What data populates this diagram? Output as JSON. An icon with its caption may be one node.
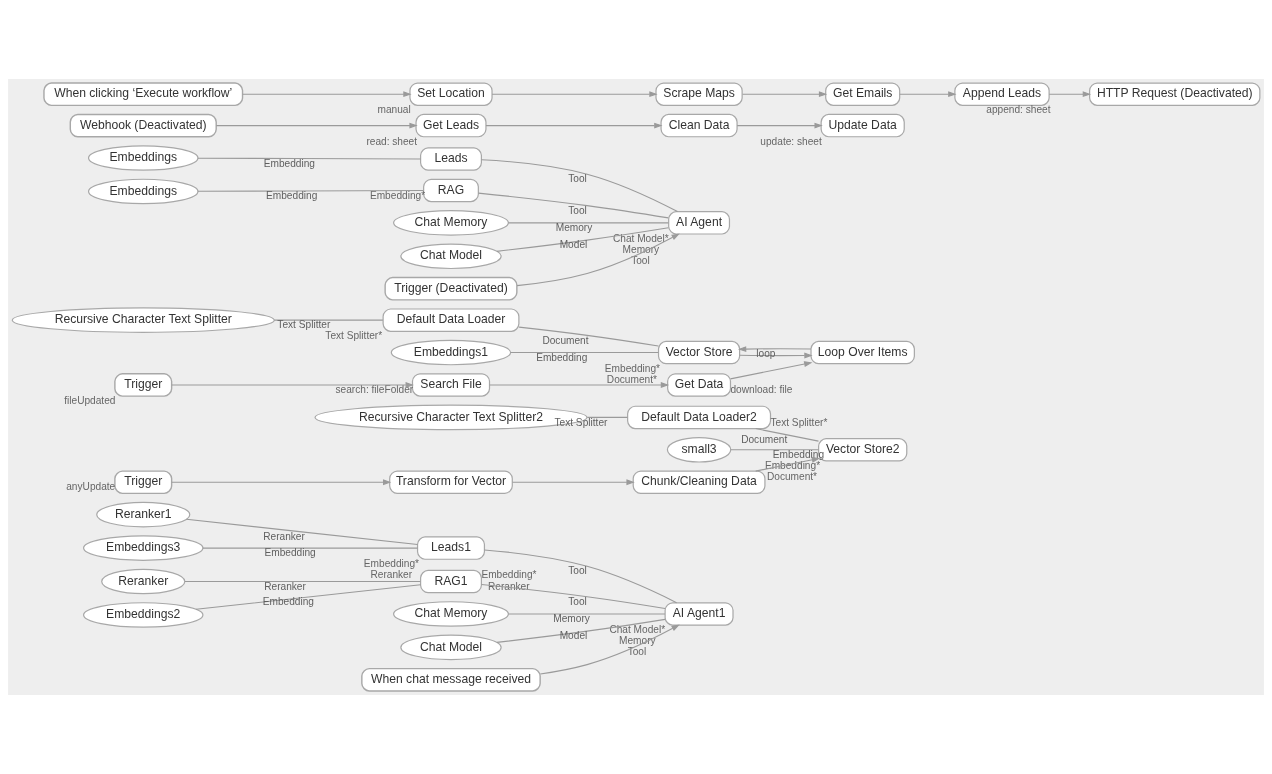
{
  "diagram": {
    "nodes": [
      {
        "text": [
          "When clicking ‘Execute workflow’"
        ]
      },
      {
        "text": [
          "Set Location"
        ],
        "beside": [
          "manual"
        ]
      },
      {
        "text": [
          "Scrape Maps"
        ]
      },
      {
        "text": [
          "Get Emails"
        ]
      },
      {
        "text": [
          "Append Leads"
        ],
        "beside": [
          "append: sheet"
        ]
      },
      {
        "text": [
          "HTTP Request (Deactivated)"
        ]
      },
      {
        "text": [
          "Trigger (Deactivated)"
        ]
      },
      {
        "text": [
          "Webhook (Deactivated)"
        ]
      },
      {
        "text": [
          "Get Leads"
        ],
        "beside": [
          "read: sheet"
        ]
      },
      {
        "text": [
          "Clean Data"
        ]
      },
      {
        "text": [
          "Update Data"
        ],
        "beside": [
          "update: sheet"
        ]
      },
      {
        "text": [
          "AI Agent"
        ],
        "beside": [
          "Chat Model*",
          "Memory",
          "Tool"
        ]
      },
      {
        "text": [
          "Chat Model"
        ]
      },
      {
        "text": [
          "Chat Memory"
        ]
      },
      {
        "text": [
          "RAG"
        ],
        "beside": [
          "Embedding*"
        ]
      },
      {
        "text": [
          "Leads"
        ]
      },
      {
        "text": [
          "Embeddings"
        ]
      },
      {
        "text": [
          "Embeddings"
        ]
      },
      {
        "text": [
          "Trigger"
        ],
        "beside": [
          "fileUpdated"
        ]
      },
      {
        "text": [
          "Search File"
        ],
        "beside": [
          "search: fileFolder"
        ]
      },
      {
        "text": [
          "Get Data"
        ],
        "beside": [
          "download: file"
        ]
      },
      {
        "text": [
          "Loop Over Items"
        ]
      },
      {
        "text": [
          "Vector Store"
        ],
        "beside": [
          "Embedding*",
          "Document*"
        ]
      },
      {
        "text": [
          "Embeddings1"
        ]
      },
      {
        "text": [
          "Default Data Loader"
        ],
        "beside": [
          "Text Splitter*"
        ]
      },
      {
        "text": [
          "Recursive Character Text Splitter"
        ]
      },
      {
        "text": [
          "Trigger"
        ],
        "beside": [
          "anyUpdate"
        ]
      },
      {
        "text": [
          "Transform for Vector"
        ]
      },
      {
        "text": [
          "Chunk/Cleaning Data"
        ]
      },
      {
        "text": [
          "Vector Store2"
        ],
        "beside": [
          "Embedding*",
          "Document*"
        ]
      },
      {
        "text": [
          "small3"
        ]
      },
      {
        "text": [
          "Default Data Loader2"
        ],
        "beside": [
          "Text Splitter*"
        ]
      },
      {
        "text": [
          "Recursive Character Text Splitter2"
        ]
      },
      {
        "text": [
          "When chat message received"
        ]
      },
      {
        "text": [
          "AI Agent1"
        ],
        "beside": [
          "Chat Model*",
          "Memory",
          "Tool"
        ]
      },
      {
        "text": [
          "Chat Model"
        ]
      },
      {
        "text": [
          "Chat Memory"
        ]
      },
      {
        "text": [
          "RAG1"
        ],
        "beside": [
          "Embedding*",
          "Reranker"
        ]
      },
      {
        "text": [
          "Leads1"
        ],
        "beside": [
          "Embedding*",
          "Reranker"
        ]
      },
      {
        "text": [
          "Embeddings2"
        ]
      },
      {
        "text": [
          "Reranker"
        ]
      },
      {
        "text": [
          "Embeddings3"
        ]
      },
      {
        "text": [
          "Reranker1"
        ]
      }
    ],
    "edges": [
      {
        "from": 0,
        "to": 1,
        "arrow": "to"
      },
      {
        "from": 1,
        "to": 2,
        "arrow": "to"
      },
      {
        "from": 2,
        "to": 3,
        "arrow": "to"
      },
      {
        "from": 3,
        "to": 4,
        "arrow": "to"
      },
      {
        "from": 4,
        "to": 5,
        "arrow": "to"
      },
      {
        "from": 7,
        "to": 8,
        "arrow": "to"
      },
      {
        "from": 8,
        "to": 9,
        "arrow": "to"
      },
      {
        "from": 9,
        "to": 10,
        "arrow": "to"
      },
      {
        "from": 6,
        "to": 11,
        "arrow": "to"
      },
      {
        "from": 12,
        "to": 11,
        "arrow": "none",
        "label": "Model"
      },
      {
        "from": 13,
        "to": 11,
        "arrow": "none",
        "label": "Memory"
      },
      {
        "from": 14,
        "to": 11,
        "arrow": "none",
        "label": "Tool"
      },
      {
        "from": 15,
        "to": 11,
        "arrow": "none",
        "label": "Tool"
      },
      {
        "from": 16,
        "to": 14,
        "arrow": "none",
        "label": "Embedding"
      },
      {
        "from": 17,
        "to": 15,
        "arrow": "none",
        "label": "Embedding"
      },
      {
        "from": 18,
        "to": 19,
        "arrow": "to"
      },
      {
        "from": 19,
        "to": 20,
        "arrow": "to"
      },
      {
        "from": 20,
        "to": 21,
        "arrow": "to"
      },
      {
        "from": 21,
        "to": 22,
        "arrow": "to",
        "label": "loop"
      },
      {
        "from": 22,
        "to": 21,
        "arrow": "to"
      },
      {
        "from": 23,
        "to": 22,
        "arrow": "none",
        "label": "Embedding"
      },
      {
        "from": 24,
        "to": 22,
        "arrow": "none",
        "label": "Document"
      },
      {
        "from": 25,
        "to": 24,
        "arrow": "none",
        "label": "Text Splitter"
      },
      {
        "from": 26,
        "to": 27,
        "arrow": "to"
      },
      {
        "from": 27,
        "to": 28,
        "arrow": "to"
      },
      {
        "from": 28,
        "to": 29,
        "arrow": "to"
      },
      {
        "from": 30,
        "to": 29,
        "arrow": "none",
        "label": "Embedding"
      },
      {
        "from": 31,
        "to": 29,
        "arrow": "none",
        "label": "Document"
      },
      {
        "from": 32,
        "to": 31,
        "arrow": "none",
        "label": "Text Splitter"
      },
      {
        "from": 33,
        "to": 34,
        "arrow": "to"
      },
      {
        "from": 35,
        "to": 34,
        "arrow": "none",
        "label": "Model"
      },
      {
        "from": 36,
        "to": 34,
        "arrow": "none",
        "label": "Memory"
      },
      {
        "from": 37,
        "to": 34,
        "arrow": "none",
        "label": "Tool"
      },
      {
        "from": 38,
        "to": 34,
        "arrow": "none",
        "label": "Tool"
      },
      {
        "from": 39,
        "to": 37,
        "arrow": "none",
        "label": "Embedding"
      },
      {
        "from": 40,
        "to": 37,
        "arrow": "none",
        "label": "Reranker"
      },
      {
        "from": 41,
        "to": 38,
        "arrow": "none",
        "label": "Embedding"
      },
      {
        "from": 42,
        "to": 38,
        "arrow": "none",
        "label": "Reranker"
      }
    ]
  }
}
